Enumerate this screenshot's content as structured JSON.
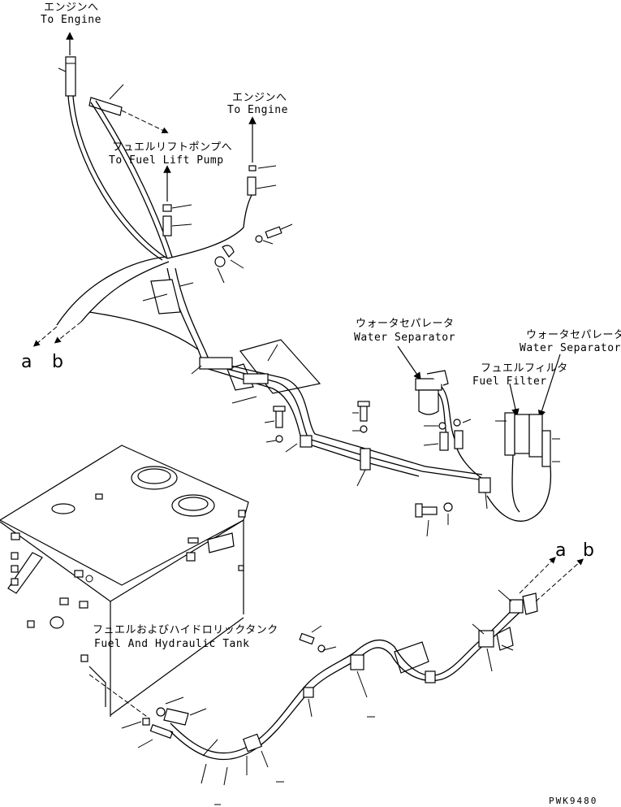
{
  "labels": {
    "engine_top_jp": "エンジンへ",
    "engine_top_en": "To Engine",
    "engine_mid_jp": "エンジンへ",
    "engine_mid_en": "To Engine",
    "lift_pump_jp": "フュエルリフトポンプへ",
    "lift_pump_en": "To Fuel Lift Pump",
    "water_sep1_jp": "ウォータセパレータ",
    "water_sep1_en": "Water Separator",
    "water_sep2_jp": "ウォータセパレータ",
    "water_sep2_en": "Water Separator",
    "fuel_filter_jp": "フュエルフィルタ",
    "fuel_filter_en": "Fuel Filter",
    "tank_jp": "フュエルおよびハイドロリックタンク",
    "tank_en": "Fuel And Hydraulic Tank",
    "ref_a_left": "a",
    "ref_b_left": "b",
    "ref_a_right": "a",
    "ref_b_right": "b",
    "drawing_code": "PWK9480"
  }
}
